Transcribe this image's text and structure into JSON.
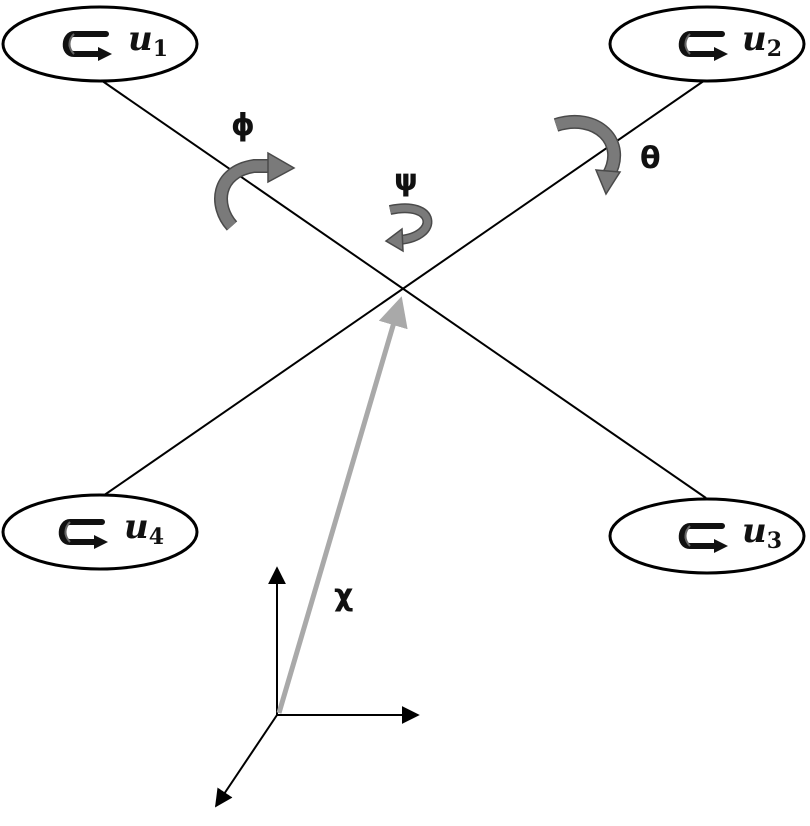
{
  "rotors": [
    {
      "id": "u1",
      "base": "u",
      "sub": "1"
    },
    {
      "id": "u2",
      "base": "u",
      "sub": "2"
    },
    {
      "id": "u3",
      "base": "u",
      "sub": "3"
    },
    {
      "id": "u4",
      "base": "u",
      "sub": "4"
    }
  ],
  "angles": {
    "roll": "ϕ",
    "pitch": "θ",
    "yaw": "ψ"
  },
  "position_vector": "χ",
  "colors": {
    "frame": "#000000",
    "rotation_arrow": "#7a7a7a",
    "rotation_arrow_edge": "#4a4a4a",
    "position_arrow": "#a9a9a9",
    "rotor_spin_icon": "#111111"
  }
}
